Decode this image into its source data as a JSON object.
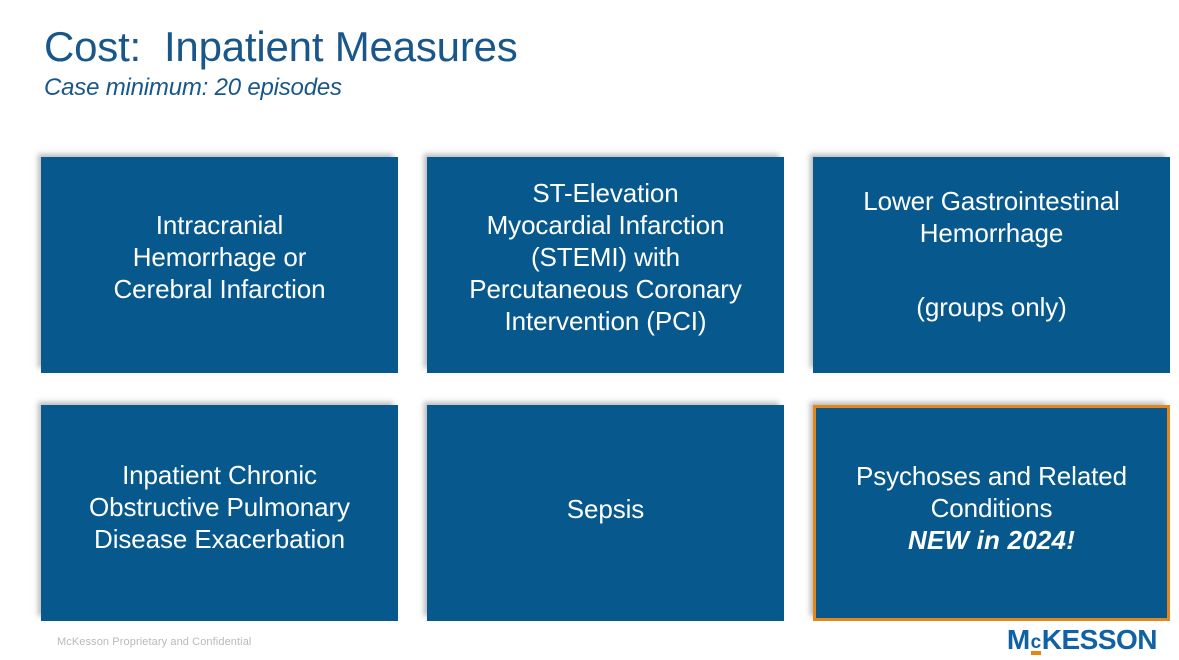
{
  "slide": {
    "title": "Cost:  Inpatient Measures",
    "subtitle": "Case minimum: 20 episodes",
    "title_color": "#19578A",
    "card_color": "#06588D",
    "highlight_border_color": "#E3871A",
    "background_color": "#FFFFFF"
  },
  "cards": [
    {
      "id": "intracranial-hemorrhage-or-cerebral-infarction",
      "text": "Intracranial\nHemorrhage or\nCerebral Infarction",
      "highlighted": false
    },
    {
      "id": "stemi-with-pci",
      "text": "ST-Elevation\nMyocardial Infarction\n(STEMI) with\nPercutaneous Coronary\nIntervention (PCI)",
      "highlighted": false
    },
    {
      "id": "lower-gastrointestinal-hemorrhage",
      "text": "Lower Gastrointestinal\nHemorrhage",
      "subnote": "(groups only)",
      "highlighted": false
    },
    {
      "id": "inpatient-copd-exacerbation",
      "text": "Inpatient Chronic\nObstructive Pulmonary\nDisease Exacerbation",
      "highlighted": false
    },
    {
      "id": "sepsis",
      "text": "Sepsis",
      "highlighted": false
    },
    {
      "id": "psychoses-and-related-conditions",
      "text": "Psychoses and Related\nConditions",
      "note": "NEW in 2024!",
      "highlighted": true
    }
  ],
  "footer": {
    "confidentiality_note": "McKesson Proprietary and Confidential",
    "logo": {
      "m": "M",
      "c": "c",
      "rest": "KESSON",
      "blue": "#1162A4",
      "orange": "#E8870F"
    }
  }
}
